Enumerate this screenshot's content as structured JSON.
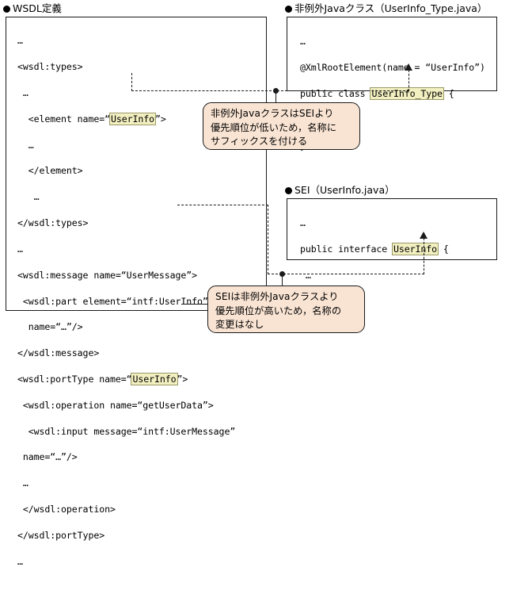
{
  "diagram": {
    "title_semantics": "WSDL to Java name-mapping priority diagram",
    "colors": {
      "highlight": "#f2efc0",
      "callout_fill": "#f9e4d3",
      "line": "#1a1a1a",
      "background": "#ffffff"
    }
  },
  "panels": {
    "wsdl": {
      "heading": "WSDL定義",
      "lines": [
        {
          "id": "w1",
          "text": "…"
        },
        {
          "id": "w2",
          "text": "<wsdl:types>"
        },
        {
          "id": "w3",
          "text": " …"
        },
        {
          "id": "w4a",
          "text": "  <element name=“",
          "hl": "UserInfo",
          "after": "”>"
        },
        {
          "id": "w5",
          "text": "  …"
        },
        {
          "id": "w6",
          "text": "  </element>"
        },
        {
          "id": "w7",
          "text": "   …"
        },
        {
          "id": "w8",
          "text": "</wsdl:types>"
        },
        {
          "id": "w9",
          "text": "…"
        },
        {
          "id": "w10",
          "text": "<wsdl:message name=“UserMessage”>"
        },
        {
          "id": "w11",
          "text": " <wsdl:part element=“intf:UserInfo”"
        },
        {
          "id": "w12",
          "text": "  name=“…”/>"
        },
        {
          "id": "w13",
          "text": "</wsdl:message>"
        },
        {
          "id": "w14a",
          "text": "<wsdl:portType name=“",
          "hl": "UserInfo",
          "after": "”>"
        },
        {
          "id": "w15",
          "text": " <wsdl:operation name=“getUserData”>"
        },
        {
          "id": "w16",
          "text": "  <wsdl:input message=“intf:UserMessage”"
        },
        {
          "id": "w17",
          "text": " name=“…”/>"
        },
        {
          "id": "w18",
          "text": " …"
        },
        {
          "id": "w19",
          "text": " </wsdl:operation>"
        },
        {
          "id": "w20",
          "text": "</wsdl:portType>"
        },
        {
          "id": "w21",
          "text": "…"
        }
      ]
    },
    "java_class": {
      "heading": "非例外Javaクラス（UserInfo_Type.java）",
      "lines": [
        {
          "id": "j1",
          "text": "…"
        },
        {
          "id": "j2",
          "text": "@XmlRootElement(name = “UserInfo”)"
        },
        {
          "id": "j3a",
          "text": "public class ",
          "hl": "UserInfo_Type",
          "after": " {"
        },
        {
          "id": "j4",
          "text": " …"
        },
        {
          "id": "j5",
          "text": "}"
        }
      ]
    },
    "sei": {
      "heading": "SEI（UserInfo.java）",
      "lines": [
        {
          "id": "s1",
          "text": "…"
        },
        {
          "id": "s2a",
          "text": "public interface ",
          "hl": "UserInfo",
          "after": " {"
        },
        {
          "id": "s3",
          "text": " …"
        },
        {
          "id": "s4",
          "text": "}"
        }
      ]
    }
  },
  "callouts": {
    "upper": {
      "line1": "非例外JavaクラスはSEIより",
      "line2": "優先順位が低いため，名称に",
      "line3": "サフィックスを付ける"
    },
    "lower": {
      "line1": "SEIは非例外Javaクラスより",
      "line2": "優先順位が高いため，名称の",
      "line3": "変更はなし"
    }
  }
}
